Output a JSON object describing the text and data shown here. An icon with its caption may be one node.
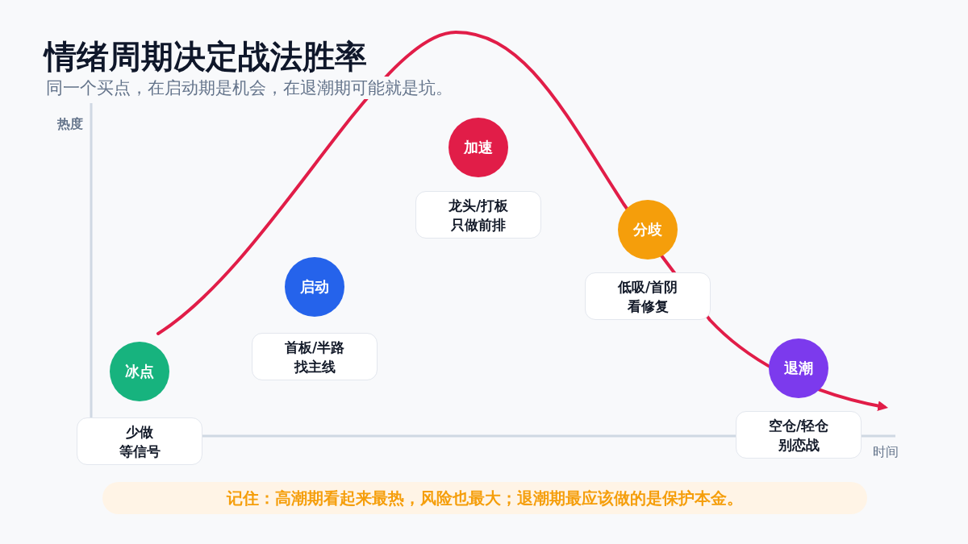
{
  "diagram": {
    "title": "情绪周期决定战法胜率",
    "nodes": [
      {
        "text": [
          "冰点"
        ]
      },
      {
        "text": [
          "少做",
          "等信号"
        ]
      },
      {
        "text": [
          "启动"
        ]
      },
      {
        "text": [
          "首板/半路",
          "找主线"
        ]
      },
      {
        "text": [
          "加速"
        ]
      },
      {
        "text": [
          "龙头/打板",
          "只做前排"
        ]
      },
      {
        "text": [
          "分歧"
        ]
      },
      {
        "text": [
          "低吸/首阴",
          "看修复"
        ]
      },
      {
        "text": [
          "退潮"
        ]
      },
      {
        "text": [
          "空仓/轻仓",
          "别恋战"
        ]
      }
    ],
    "labels": [
      "同一个买点，在启动期是机会，在退潮期可能就是坑。",
      "热度",
      "时间",
      "记住：高潮期看起来最热，风险也最大；退潮期最应该做的是保护本金。"
    ]
  }
}
